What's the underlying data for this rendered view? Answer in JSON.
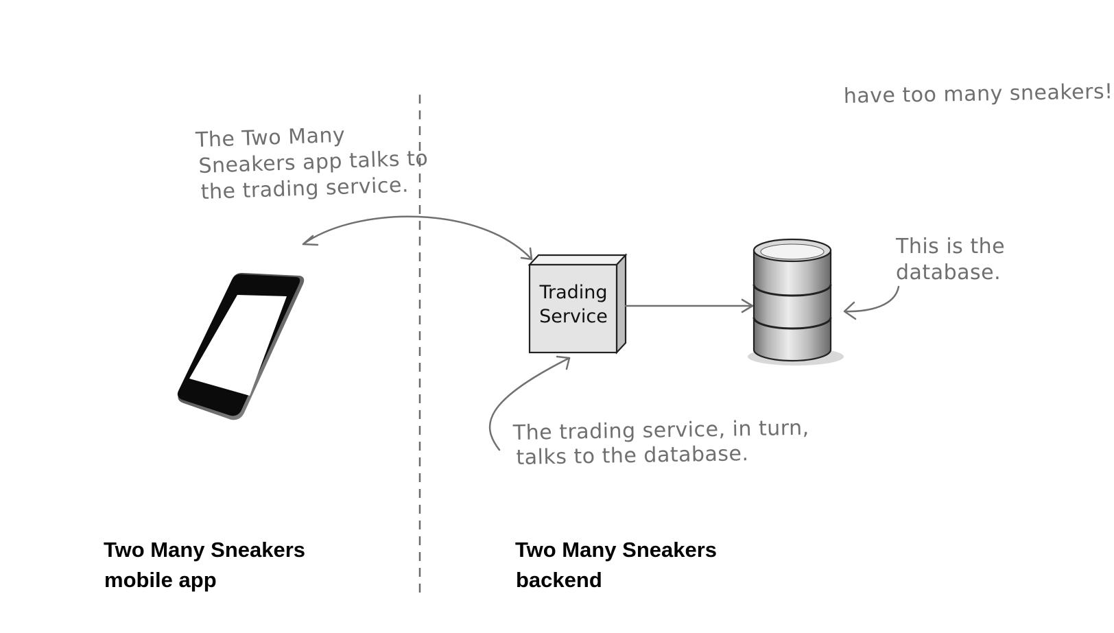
{
  "annotations": {
    "top_note": "have too many sneakers!",
    "app_note": [
      "The Two Many",
      "Sneakers app talks to",
      "the trading service."
    ],
    "db_note": [
      "This is the",
      "database."
    ],
    "service_note": [
      "The trading service, in turn,",
      "talks to the database."
    ]
  },
  "trading_service_box": {
    "line1": "Trading",
    "line2": "Service"
  },
  "captions": {
    "mobile": {
      "line1": "Two Many Sneakers",
      "line2": "mobile app"
    },
    "backend": {
      "line1": "Two Many Sneakers",
      "line2": "backend"
    }
  },
  "icons": {
    "phone": "smartphone-icon",
    "database": "database-icon"
  },
  "colors": {
    "annotation_text": "#6f6f6f",
    "arrow": "#707070",
    "box_fill": "#e4e4e4",
    "caption_text": "#000000"
  }
}
